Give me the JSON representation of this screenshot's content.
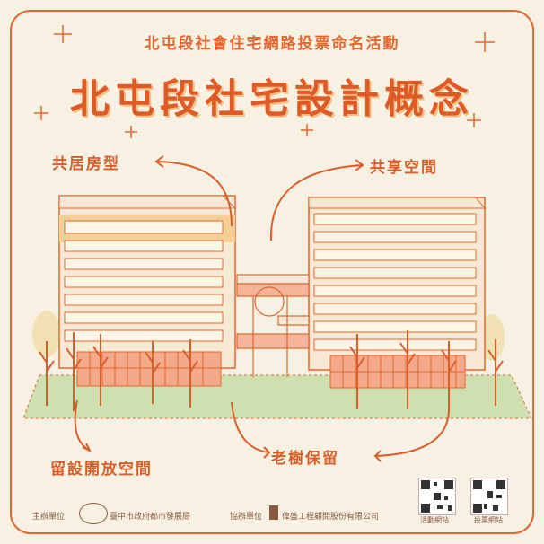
{
  "subtitle": "北屯段社會住宅網路投票命名活動",
  "title": "北屯段社宅設計概念",
  "labels": {
    "cohousing": "共居房型",
    "shared_space": "共享空間",
    "open_space": "留設開放空間",
    "old_trees": "老樹保留"
  },
  "footer": {
    "organizer_label": "主辦單位",
    "organizer": "臺中市政府都市發展局",
    "co_organizer_label": "協辦單位",
    "co_organizer": "偉盛工程顧問股份有限公司"
  },
  "qr": {
    "left_label": "活動網站",
    "right_label": "投票網站"
  },
  "colors": {
    "accent": "#e2672f",
    "background": "#f6f1e3",
    "grass": "#cfe0b0"
  }
}
